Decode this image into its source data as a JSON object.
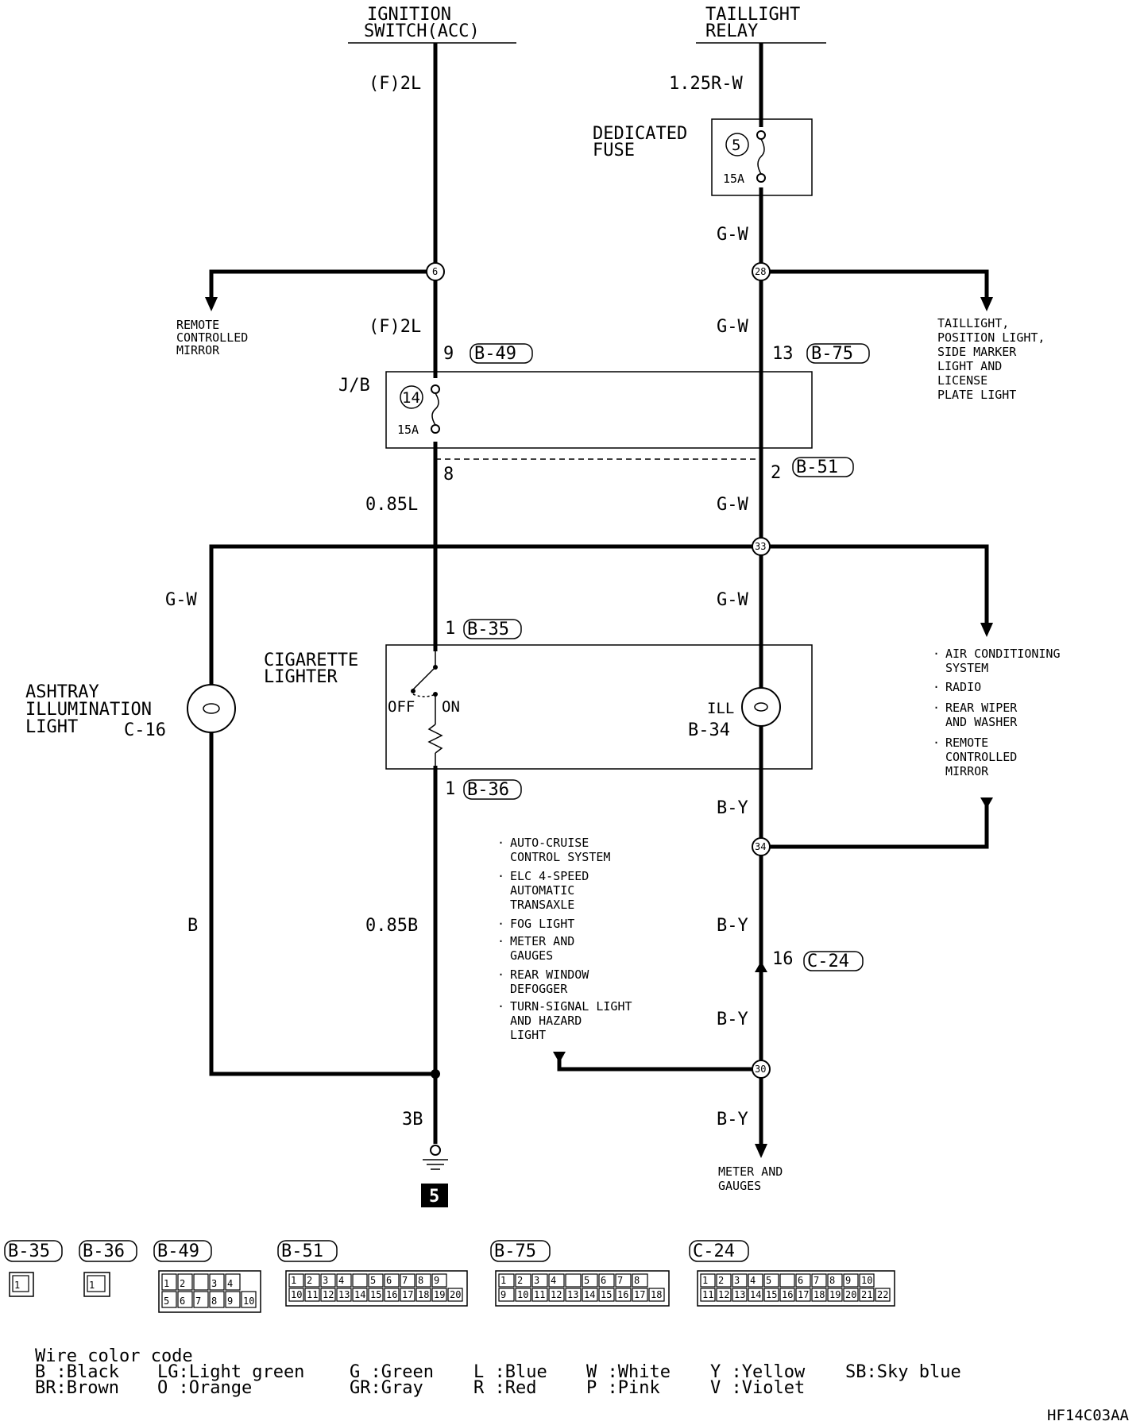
{
  "top": {
    "ignition_line1": "IGNITION",
    "ignition_line2": "SWITCH(ACC)",
    "taillight_line1": "TAILLIGHT",
    "taillight_line2": "RELAY"
  },
  "wires": {
    "f2l_top": "(F)2L",
    "f2l_mid": "(F)2L",
    "r125": "1.25R-W",
    "gw_1": "G-W",
    "gw_2": "G-W",
    "gw_3": "G-W",
    "gw_4": "G-W",
    "gw_left": "G-W",
    "l085": "0.85L",
    "b085": "0.85B",
    "b_left": "B",
    "b3": "3B",
    "by_1": "B-Y",
    "by_2": "B-Y",
    "by_3": "B-Y",
    "by_4": "B-Y"
  },
  "fuse": {
    "dedicated_1": "DEDICATED",
    "dedicated_2": "FUSE",
    "fuse5_num": "5",
    "fuse5_amp": "15A",
    "fuse14_num": "14",
    "fuse14_amp": "15A"
  },
  "junctions": {
    "j6": "6",
    "j28": "28",
    "j33": "33",
    "j34": "34",
    "j30": "30"
  },
  "destinations": {
    "remote_mirror": [
      "REMOTE",
      "CONTROLLED",
      "MIRROR"
    ],
    "taillight_dest": [
      "TAILLIGHT,",
      "POSITION LIGHT,",
      "SIDE MARKER",
      "LIGHT AND",
      "LICENSE",
      "PLATE LIGHT"
    ],
    "ac_list": [
      "AIR CONDITIONING",
      "SYSTEM",
      "RADIO",
      "REAR WIPER",
      "AND WASHER",
      "REMOTE",
      "CONTROLLED",
      "MIRROR"
    ],
    "cruise_list": [
      "AUTO-CRUISE",
      "CONTROL SYSTEM",
      "ELC 4-SPEED",
      "AUTOMATIC",
      "TRANSAXLE",
      "FOG LIGHT",
      "METER AND",
      "GAUGES",
      "REAR WINDOW",
      "DEFOGGER",
      "TURN-SIGNAL LIGHT",
      "AND HAZARD",
      "LIGHT"
    ],
    "meter": [
      "METER AND",
      "GAUGES"
    ]
  },
  "jb": {
    "label": "J/B",
    "pin9": "9",
    "pin13": "13",
    "pin8": "8",
    "pin2": "2",
    "conn_b49": "B-49",
    "conn_b75": "B-75",
    "conn_b51": "B-51"
  },
  "lighter": {
    "line1": "CIGARETTE",
    "line2": "LIGHTER",
    "off": "OFF",
    "on": "ON",
    "ill": "ILL",
    "ill_conn": "B-34",
    "pin1_top": "1",
    "pin1_bot": "1",
    "conn_b35": "B-35",
    "conn_b36": "B-36"
  },
  "ashtray": {
    "line1": "ASHTRAY",
    "line2": "ILLUMINATION",
    "line3": "LIGHT",
    "conn": "C-16"
  },
  "c24": {
    "pin": "16",
    "conn": "C-24"
  },
  "ground": {
    "num": "5"
  },
  "connectors": {
    "b35": "B-35",
    "b36": "B-36",
    "b49": "B-49",
    "b51": "B-51",
    "b75": "B-75",
    "c24": "C-24",
    "b35_pins": [
      "1"
    ],
    "b36_pins": [
      "1"
    ],
    "b49_top": [
      "1",
      "2",
      "",
      "3",
      "4"
    ],
    "b49_bot": [
      "5",
      "6",
      "7",
      "8",
      "9",
      "10"
    ],
    "b51_top": [
      "1",
      "2",
      "3",
      "4",
      "",
      "5",
      "6",
      "7",
      "8",
      "9"
    ],
    "b51_bot": [
      "10",
      "11",
      "12",
      "13",
      "14",
      "15",
      "16",
      "17",
      "18",
      "19",
      "20"
    ],
    "b75_top": [
      "1",
      "2",
      "3",
      "4",
      "",
      "5",
      "6",
      "7",
      "8"
    ],
    "b75_bot": [
      "9",
      "10",
      "11",
      "12",
      "13",
      "14",
      "15",
      "16",
      "17",
      "18"
    ],
    "c24_top": [
      "1",
      "2",
      "3",
      "4",
      "5",
      "",
      "6",
      "7",
      "8",
      "9",
      "10"
    ],
    "c24_bot": [
      "11",
      "12",
      "13",
      "14",
      "15",
      "16",
      "17",
      "18",
      "19",
      "20",
      "21",
      "22"
    ]
  },
  "legend": {
    "title": "Wire color code",
    "items": [
      "B :Black",
      "BR:Brown",
      "LG:Light green",
      "O :Orange",
      "G :Green",
      "GR:Gray",
      "L :Blue",
      "R :Red",
      "W :White",
      "P :Pink",
      "Y :Yellow",
      "V :Violet",
      "SB:Sky blue"
    ]
  },
  "footer_code": "HF14C03AA"
}
